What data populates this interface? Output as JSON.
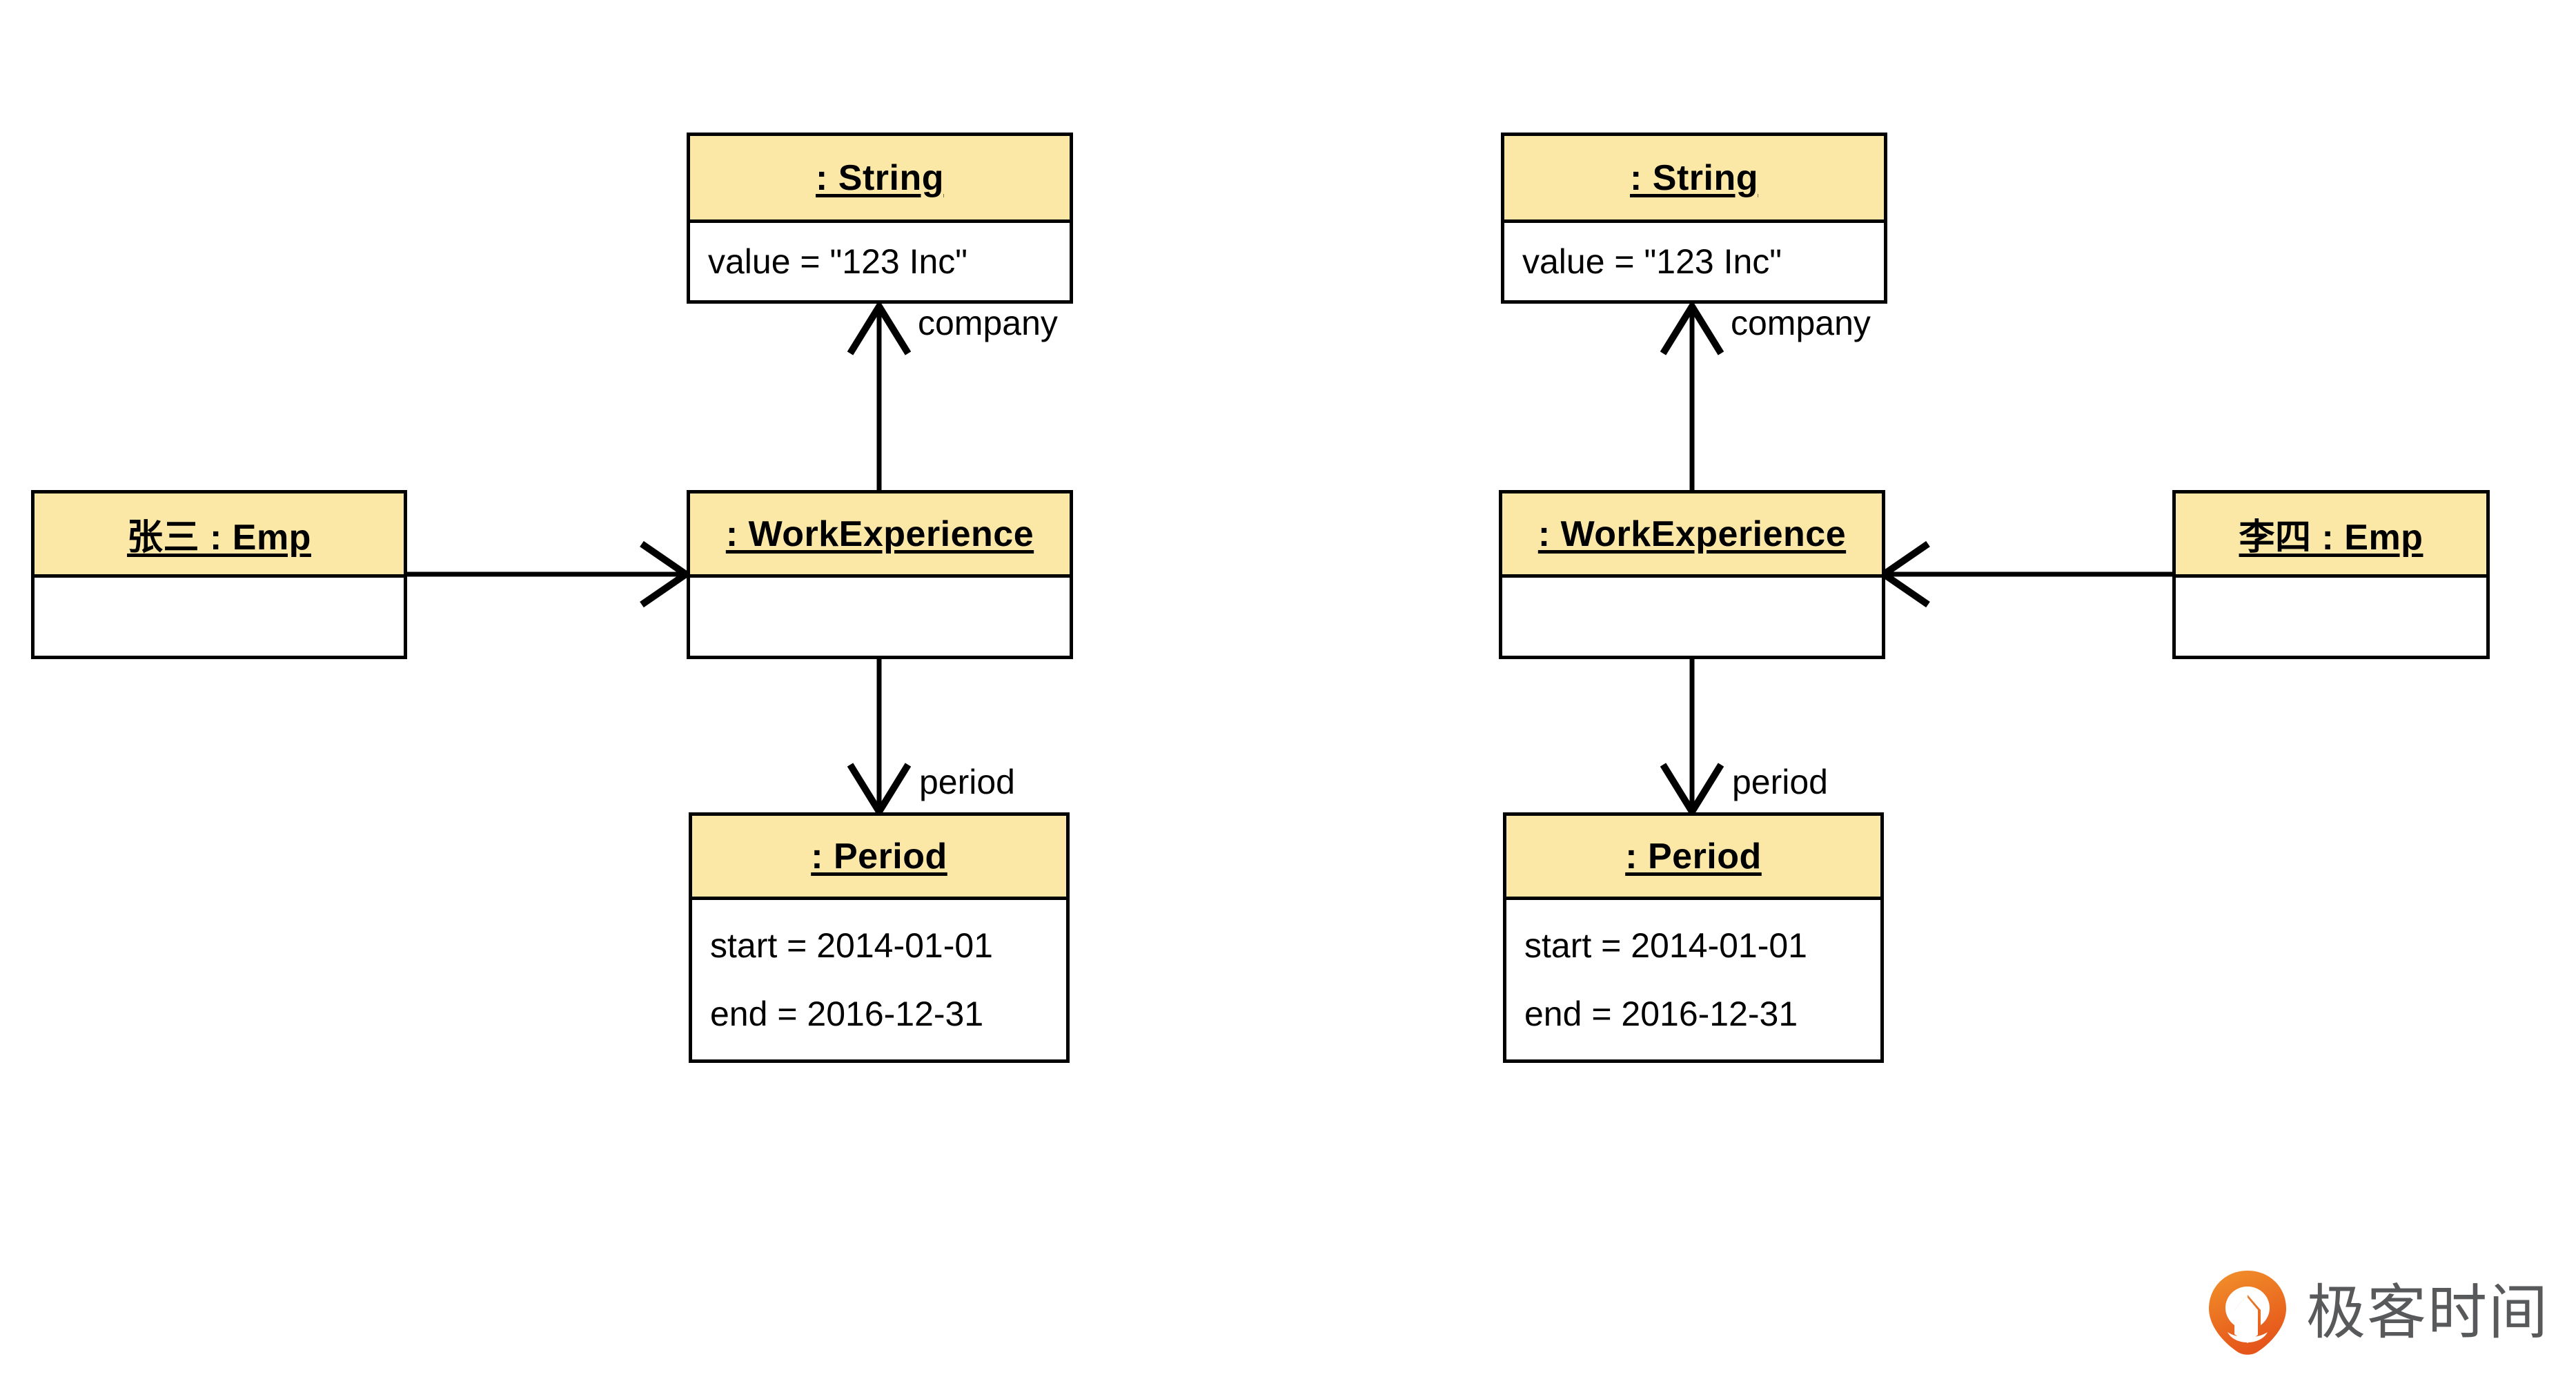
{
  "diagram": {
    "type": "uml-object-diagram",
    "background_color": "#FFFFFF",
    "header_fill_color": "#FBE8A6",
    "border_color": "#000000",
    "groups": [
      {
        "id": "left",
        "objects": {
          "emp": {
            "title": "张三 : Emp",
            "attributes": []
          },
          "work": {
            "title": ": WorkExperience",
            "attributes": []
          },
          "string": {
            "title": ": String",
            "attributes": [
              "value = \"123 Inc\""
            ]
          },
          "period": {
            "title": ": Period",
            "attributes": [
              "start = 2014-01-01",
              "end = 2016-12-31"
            ]
          }
        },
        "edges": {
          "emp_to_work": {
            "label": "",
            "direction": "right"
          },
          "work_to_string": {
            "label": "company",
            "direction": "up"
          },
          "work_to_period": {
            "label": "period",
            "direction": "down"
          }
        }
      },
      {
        "id": "right",
        "objects": {
          "emp": {
            "title": "李四 : Emp",
            "attributes": []
          },
          "work": {
            "title": ": WorkExperience",
            "attributes": []
          },
          "string": {
            "title": ": String",
            "attributes": [
              "value = \"123 Inc\""
            ]
          },
          "period": {
            "title": ": Period",
            "attributes": [
              "start = 2014-01-01",
              "end = 2016-12-31"
            ]
          }
        },
        "edges": {
          "emp_to_work": {
            "label": "",
            "direction": "left"
          },
          "work_to_string": {
            "label": "company",
            "direction": "up"
          },
          "work_to_period": {
            "label": "period",
            "direction": "down"
          }
        }
      }
    ]
  },
  "watermark": {
    "brand_text": "极客时间",
    "logo_name": "geektime-logo",
    "logo_color_start": "#F08C24",
    "logo_color_end": "#E8591C",
    "text_color": "#58595B"
  }
}
